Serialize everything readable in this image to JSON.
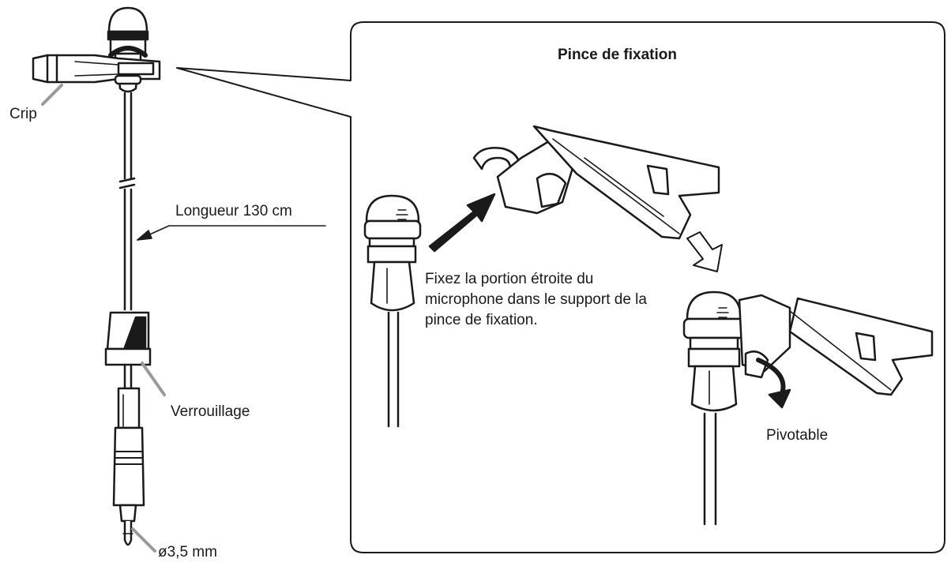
{
  "labels": {
    "clip": "Crip",
    "length": "Longueur 130 cm",
    "lock": "Verrouillage",
    "plug": "ø3,5 mm",
    "panel_title": "Pince de fixation",
    "instruction": "Fixez la portion étroite du microphone dans le support de la pince de fixation.",
    "swivel": "Pivotable"
  },
  "icons": [
    "microphone-head-icon",
    "clip-icon",
    "cable-icon",
    "lock-ring-icon",
    "plug-icon",
    "insert-arrow-icon",
    "step-arrow-icon",
    "rotate-arrow-icon"
  ]
}
